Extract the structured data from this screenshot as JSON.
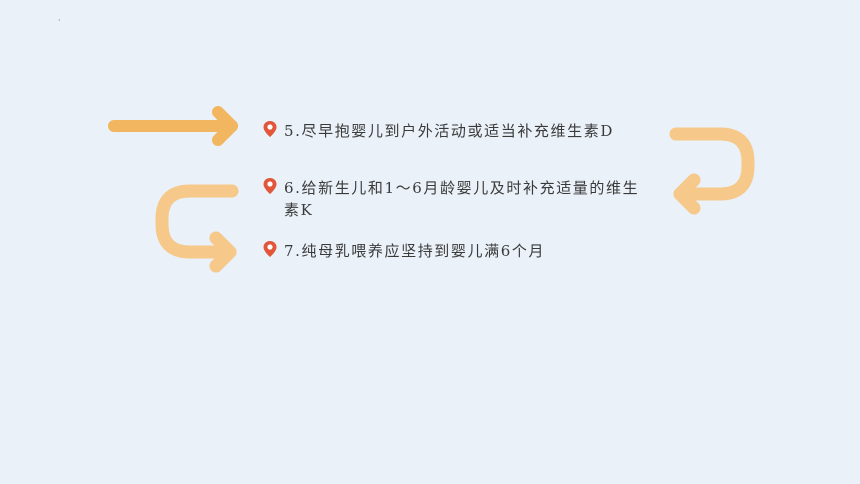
{
  "slide": {
    "corner_mark": "·",
    "items": [
      {
        "text": "5.尽早抱婴儿到户外活动或适当补充维生素D"
      },
      {
        "text": "6.给新生儿和1～6月龄婴儿及时补充适量的维生素K"
      },
      {
        "text": "7.纯母乳喂养应坚持到婴儿满6个月"
      }
    ],
    "icons": {
      "bullet": "location-pin-icon",
      "arrows": [
        "right-arrow-icon",
        "u-turn-left-arrow-icon",
        "u-turn-right-arrow-icon"
      ]
    },
    "colors": {
      "background": "#eaf1f8",
      "arrow_dark": "#f2b661",
      "arrow_light": "#f6c889",
      "pin": "#e2573a",
      "text": "#3a3a3a"
    }
  }
}
